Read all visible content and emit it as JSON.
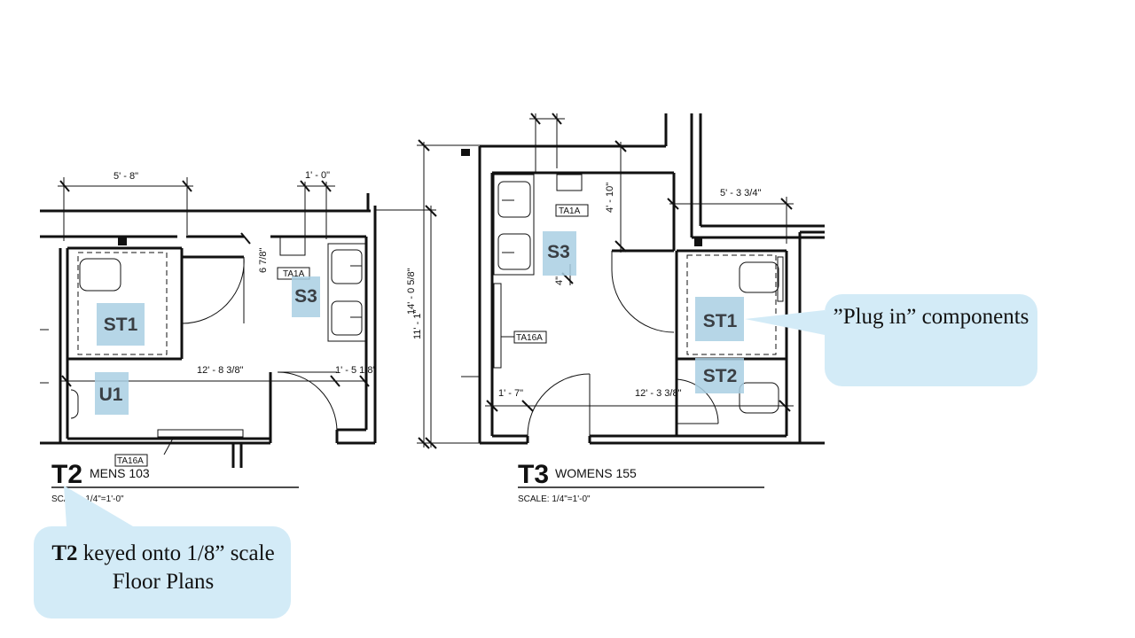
{
  "callouts": {
    "plug_in": "”Plug in” components",
    "t2_bold": "T2",
    "t2_rest": " keyed onto 1/8” scale Floor Plans"
  },
  "plans": {
    "t2": {
      "title": "T2",
      "name": "MENS 103",
      "scale": "SCALE: 1/4\"=1'-0\""
    },
    "t3": {
      "title": "T3",
      "name": "WOMENS 155",
      "scale": "SCALE: 1/4\"=1'-0\""
    }
  },
  "components": {
    "t2_st1": "ST1",
    "t2_s3": "S3",
    "t2_u1": "U1",
    "t3_s3": "S3",
    "t3_st1": "ST1",
    "t3_st2": "ST2"
  },
  "tags": {
    "t2_ta1a": "TA1A",
    "t2_ta16a": "TA16A",
    "t3_ta1a": "TA1A",
    "t3_ta16a": "TA16A"
  },
  "dimensions": {
    "t2_width_top": "5' - 8\"",
    "t2_width_small": "1' - 0\"",
    "t2_door_clear": "6 7/8\"",
    "t2_long": "12' - 8 3/8\"",
    "t2_right": "1' - 5 1/8\"",
    "t3_overall_a": "11' - 1\"",
    "t3_overall_b": "14' - 0 5/8\"",
    "t3_vertical": "4' - 10\"",
    "t3_small": "4\"",
    "t3_right_top": "5' - 3 3/4\"",
    "t3_bottom_left": "1' - 7\"",
    "t3_bottom_mid": "12' - 3 3/8\""
  }
}
